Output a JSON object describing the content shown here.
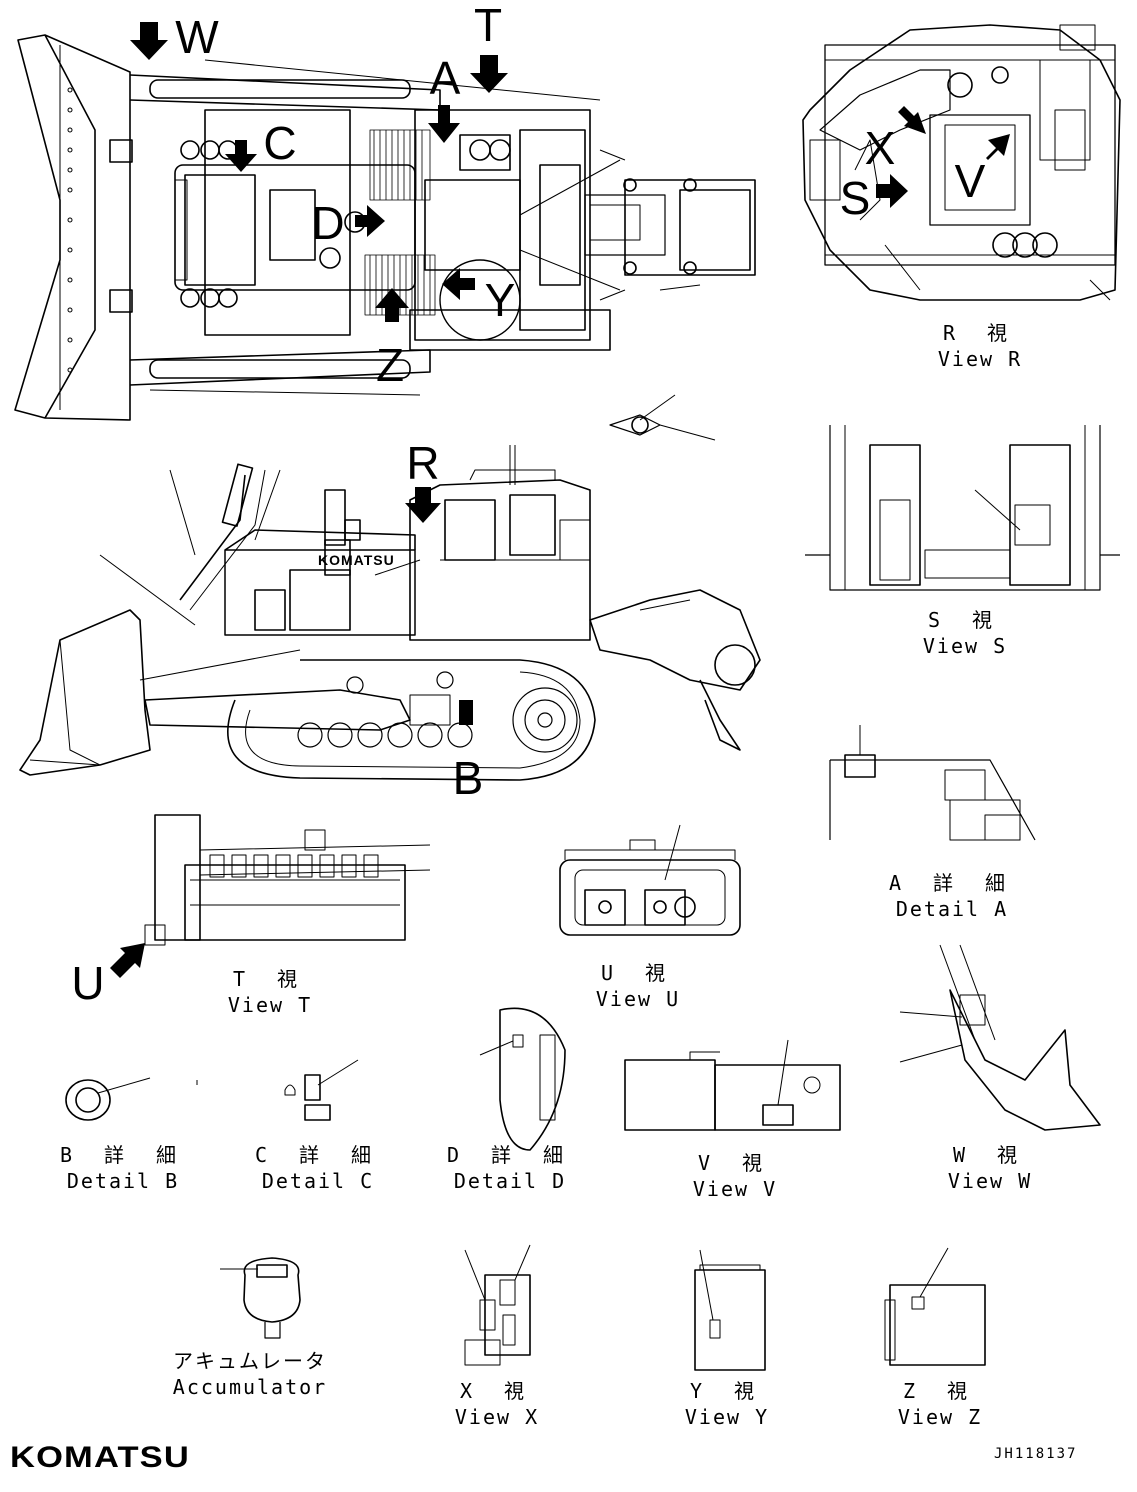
{
  "callouts": {
    "W": "W",
    "T": "T",
    "A": "A",
    "C": "C",
    "D": "D",
    "Y": "Y",
    "Z": "Z",
    "R": "R",
    "B": "B",
    "U": "U",
    "X": "X",
    "S": "S",
    "V": "V"
  },
  "views": {
    "view_r": {
      "jp": "R 視",
      "en": "View R"
    },
    "view_s": {
      "jp": "S 視",
      "en": "View S"
    },
    "detail_a": {
      "jp": "A 詳 細",
      "en": "Detail A"
    },
    "view_t": {
      "jp": "T 視",
      "en": "View T"
    },
    "view_u": {
      "jp": "U 視",
      "en": "View U"
    },
    "detail_b": {
      "jp": "B 詳 細",
      "en": "Detail B"
    },
    "detail_c": {
      "jp": "C 詳 細",
      "en": "Detail C"
    },
    "detail_d": {
      "jp": "D 詳 細",
      "en": "Detail D"
    },
    "view_v": {
      "jp": "V 視",
      "en": "View V"
    },
    "view_w": {
      "jp": "W 視",
      "en": "View W"
    },
    "accumulator": {
      "jp": "アキュムレータ",
      "en": "Accumulator"
    },
    "view_x": {
      "jp": "X 視",
      "en": "View X"
    },
    "view_y": {
      "jp": "Y 視",
      "en": "View Y"
    },
    "view_z": {
      "jp": "Z 視",
      "en": "View Z"
    }
  },
  "machine_badge": "KOMATSU",
  "footer": {
    "brand": "KOMATSU",
    "doc_number": "JH118137"
  },
  "colors": {
    "ink": "#000000",
    "paper": "#ffffff"
  }
}
